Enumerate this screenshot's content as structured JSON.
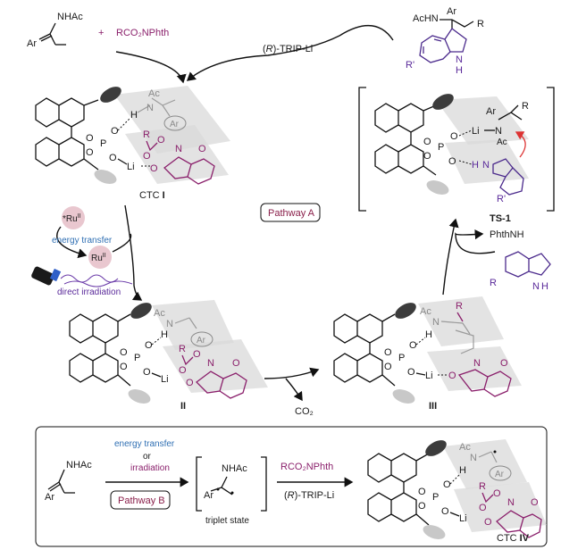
{
  "top": {
    "enamide_nh": "NHAc",
    "enamide_ar": "Ar",
    "plus": "+",
    "ester": "RCO₂NPhth",
    "catalyst_r": "R",
    "catalyst_rest": "-TRIP-Li",
    "product_ar": "Ar",
    "product_achn": "AcHN",
    "product_r": "R",
    "product_nh": "H",
    "product_n": "N",
    "product_rp": "R'"
  },
  "ctc1": {
    "label_prefix": "CTC ",
    "label_roman": "I",
    "o_labels": [
      "O",
      "O",
      "O",
      "O"
    ],
    "p": "P",
    "h": "H",
    "ac": "Ac",
    "n": "N",
    "ar": "Ar",
    "li": "Li",
    "r": "R",
    "o_ester": [
      "O",
      "O"
    ],
    "n_phth": "N",
    "o_phth": [
      "O",
      "O"
    ]
  },
  "ts1": {
    "label": "TS-1",
    "ar": "Ar",
    "r": "R",
    "li": "Li",
    "n": "N",
    "ac": "Ac",
    "h": "H",
    "n_ind": "N",
    "rp": "R'",
    "p": "P",
    "o_labels": [
      "O",
      "O",
      "O",
      "O"
    ]
  },
  "photo": {
    "ru_excited": "*Ru",
    "ru_excited_sup": "II",
    "ru_ground": "Ru",
    "ru_ground_sup": "II",
    "energy_transfer": "energy transfer",
    "direct_irradiation": "direct irradiation"
  },
  "pathway_a": "Pathway A",
  "phthnh": "PhthNH",
  "indole": {
    "r": "R",
    "n": "N",
    "h": "H"
  },
  "int2": {
    "label": "II",
    "ac": "Ac",
    "n": "N",
    "h": "H",
    "ar": "Ar",
    "p": "P",
    "li": "Li",
    "r": "R",
    "o_labels": [
      "O",
      "O",
      "O",
      "O"
    ],
    "o_ester": [
      "O",
      "O"
    ],
    "n_phth": "N",
    "o_phth": [
      "O",
      "O"
    ]
  },
  "co2": "CO₂",
  "int3": {
    "label": "III",
    "r": "R",
    "ac": "Ac",
    "n": "N",
    "h": "H",
    "p": "P",
    "li": "Li",
    "o_labels": [
      "O",
      "O",
      "O",
      "O"
    ],
    "o_link": "O",
    "n_phth": "N",
    "o_phth": "O"
  },
  "box": {
    "enamide_nh": "NHAc",
    "enamide_ar": "Ar",
    "energy_transfer": "energy transfer",
    "or": "or",
    "irradiation": "irradiation",
    "pathway_b": "Pathway B",
    "triplet_nh": "NHAc",
    "triplet_ar": "Ar",
    "triplet_label": "triplet state",
    "reagent_ester": "RCO₂NPhth",
    "reagent_cat_r": "R",
    "reagent_cat_rest": "-TRIP-Li",
    "ctc4_label_prefix": "CTC ",
    "ctc4_label_roman": "IV",
    "ac": "Ac",
    "n": "N",
    "h": "H",
    "ar": "Ar",
    "p": "P",
    "li": "Li",
    "r": "R",
    "o_labels": [
      "O",
      "O",
      "O",
      "O"
    ],
    "o_ester": [
      "O",
      "O"
    ],
    "n_phth": "N",
    "o_phth": [
      "O",
      "O"
    ]
  },
  "colors": {
    "reagent_purple": "#8a1f6b",
    "indole_violet": "#5a2a9a",
    "energy_blue": "#2f6fb3",
    "ru_pink": "#e9c7cf"
  }
}
